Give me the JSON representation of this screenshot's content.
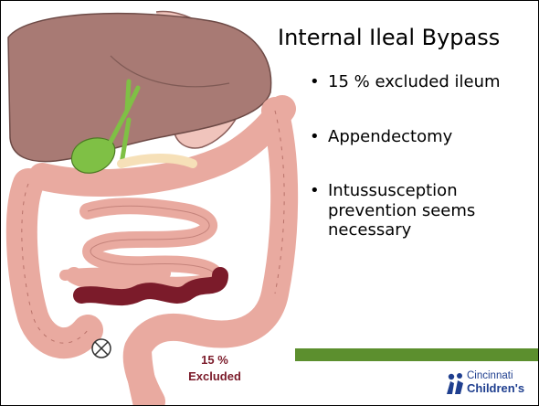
{
  "slide": {
    "title": "Internal Ileal Bypass",
    "bullets": [
      "15 % excluded ileum",
      "Appendectomy",
      "Intussusception prevention seems necessary"
    ],
    "excluded_label": {
      "line1": "15 %",
      "line2": "Excluded"
    },
    "logo": {
      "line1": "Cincinnati",
      "line2": "Children's"
    }
  },
  "colors": {
    "liver": "#a87a74",
    "intestine": "#e9aaa0",
    "excluded_ileum": "#7b1b2a",
    "gallbladder": "#7fc045",
    "accent_bar": "#5c8f2e",
    "logo_blue": "#1f3f8f"
  }
}
